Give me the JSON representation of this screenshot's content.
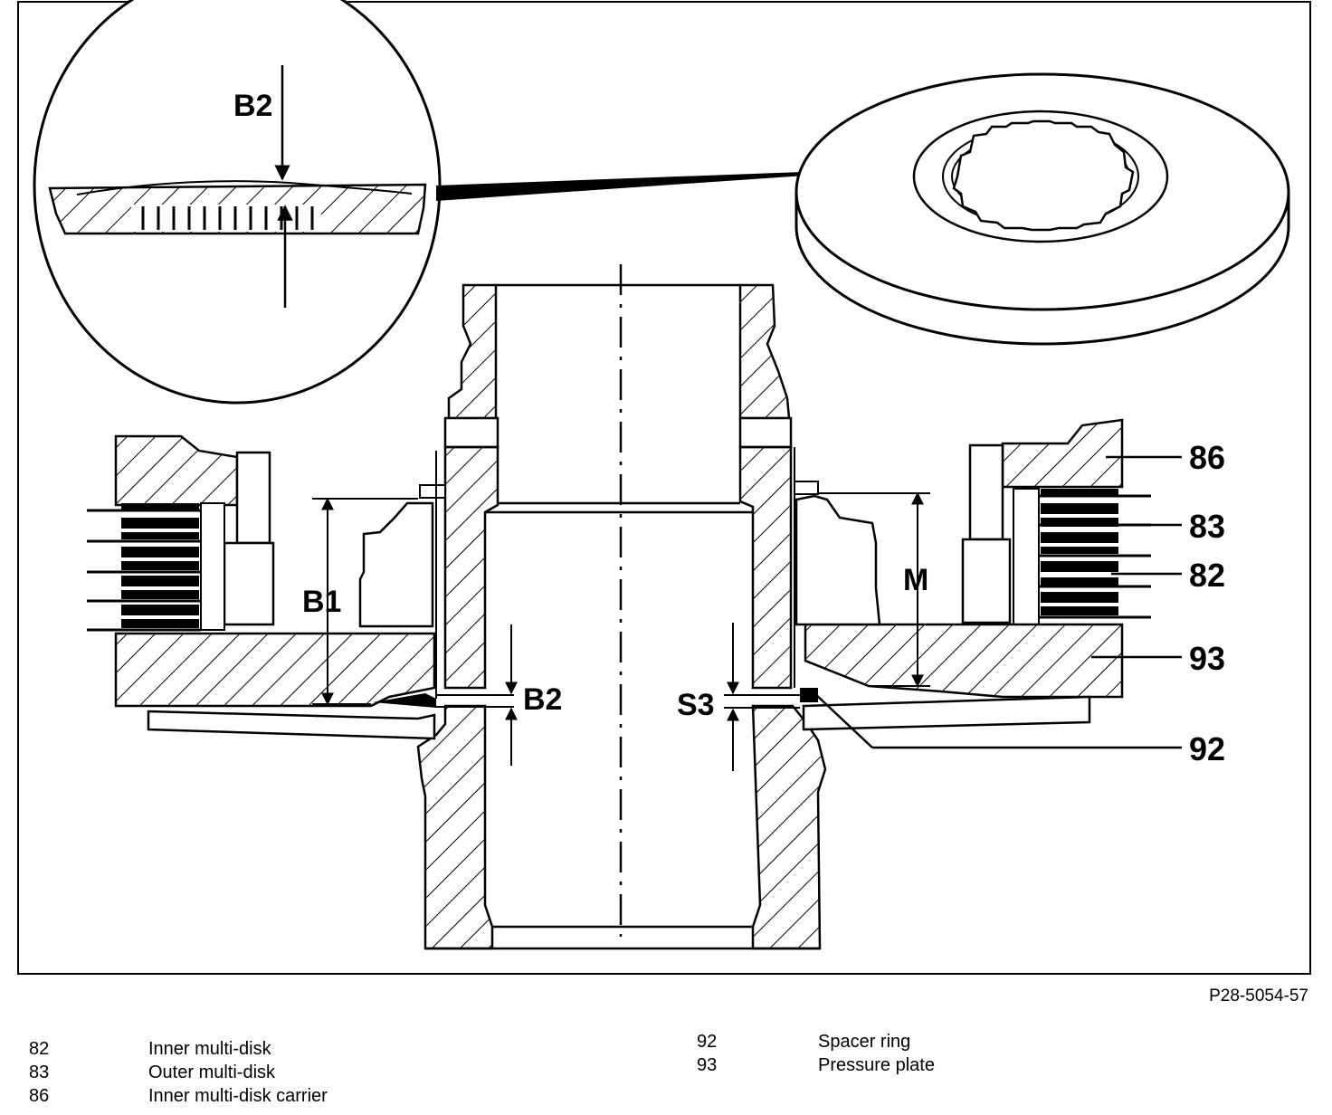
{
  "figure_id": "P28-5054-57",
  "dimensions": {
    "b2_detail": "B2",
    "b1": "B1",
    "b2": "B2",
    "s3": "S3",
    "m": "M"
  },
  "callouts": {
    "c86": "86",
    "c83": "83",
    "c82": "82",
    "c93": "93",
    "c92": "92"
  },
  "legend": {
    "left": [
      {
        "num": "82",
        "text": "Inner multi-disk"
      },
      {
        "num": "83",
        "text": "Outer multi-disk"
      },
      {
        "num": "86",
        "text": "Inner multi-disk carrier"
      }
    ],
    "right": [
      {
        "num": "92",
        "text": "Spacer ring"
      },
      {
        "num": "93",
        "text": "Pressure plate"
      }
    ]
  }
}
